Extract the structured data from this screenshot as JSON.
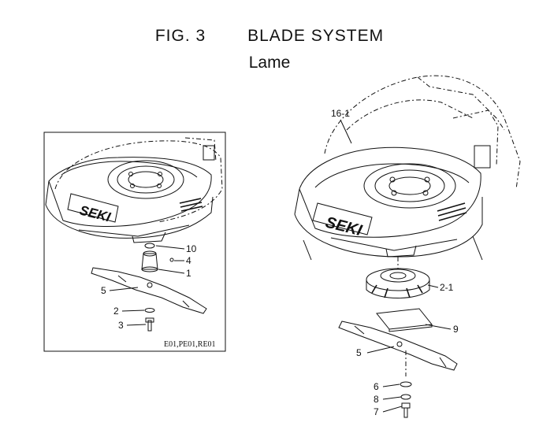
{
  "header": {
    "fig_number": "FIG. 3",
    "title": "BLADE SYSTEM",
    "subtitle": "Lame"
  },
  "left_inset": {
    "brand": "SEKI",
    "code": "E01,PE01,RE01",
    "callouts": [
      "10",
      "4",
      "1",
      "5",
      "2",
      "3"
    ]
  },
  "right_assembly": {
    "brand": "SEKI",
    "callouts": [
      "16-1",
      "2-1",
      "9",
      "5",
      "6",
      "8",
      "7"
    ]
  }
}
